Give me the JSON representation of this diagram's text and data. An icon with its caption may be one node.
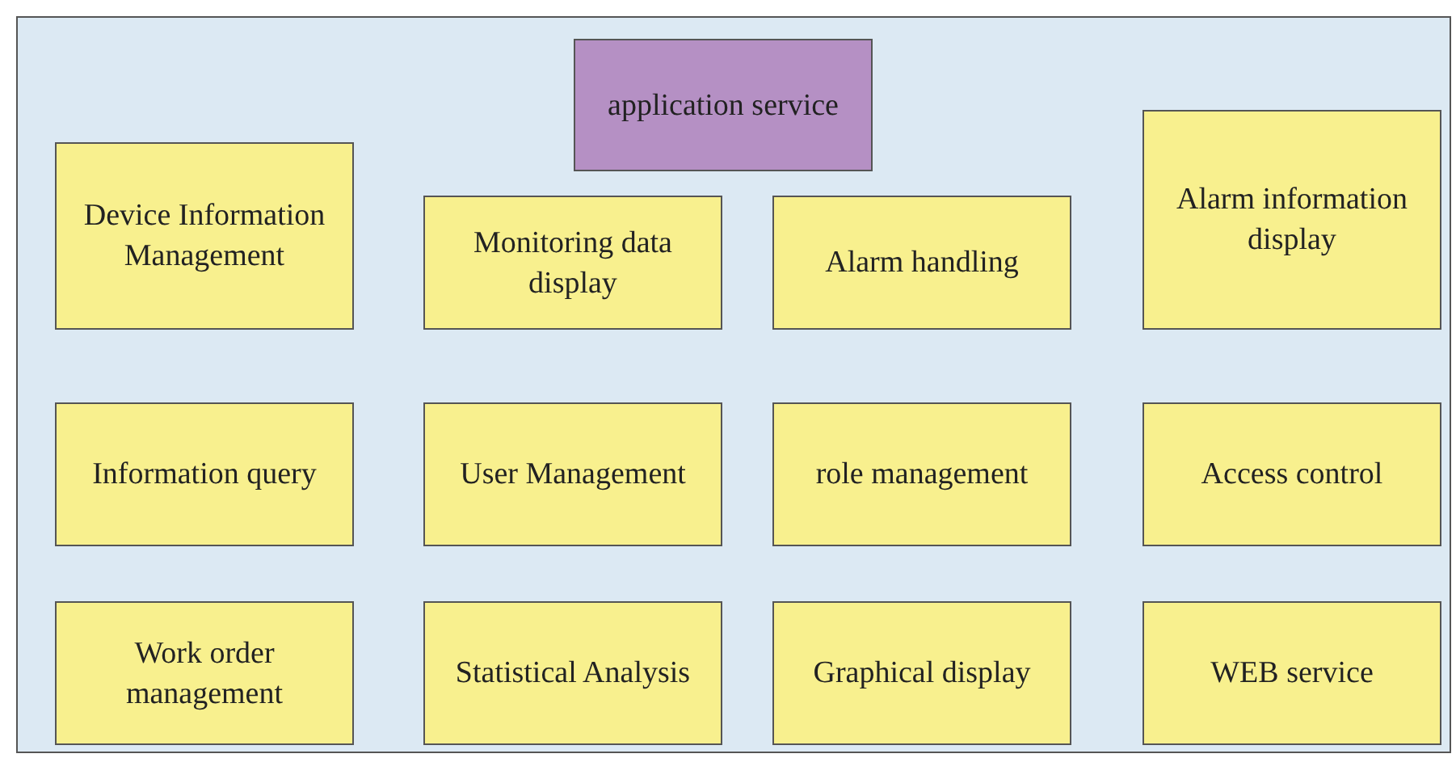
{
  "diagram": {
    "nodes": [
      {
        "text": [
          "application service"
        ]
      },
      {
        "text": [
          "Device Information Management"
        ]
      },
      {
        "text": [
          "Monitoring data display"
        ]
      },
      {
        "text": [
          "Alarm handling"
        ]
      },
      {
        "text": [
          "Alarm information display"
        ]
      },
      {
        "text": [
          "Information query"
        ]
      },
      {
        "text": [
          "User Management"
        ]
      },
      {
        "text": [
          "role management"
        ]
      },
      {
        "text": [
          "Access control"
        ]
      },
      {
        "text": [
          "Work order management"
        ]
      },
      {
        "text": [
          "Statistical Analysis"
        ]
      },
      {
        "text": [
          "Graphical display"
        ]
      },
      {
        "text": [
          "WEB service"
        ]
      }
    ]
  }
}
